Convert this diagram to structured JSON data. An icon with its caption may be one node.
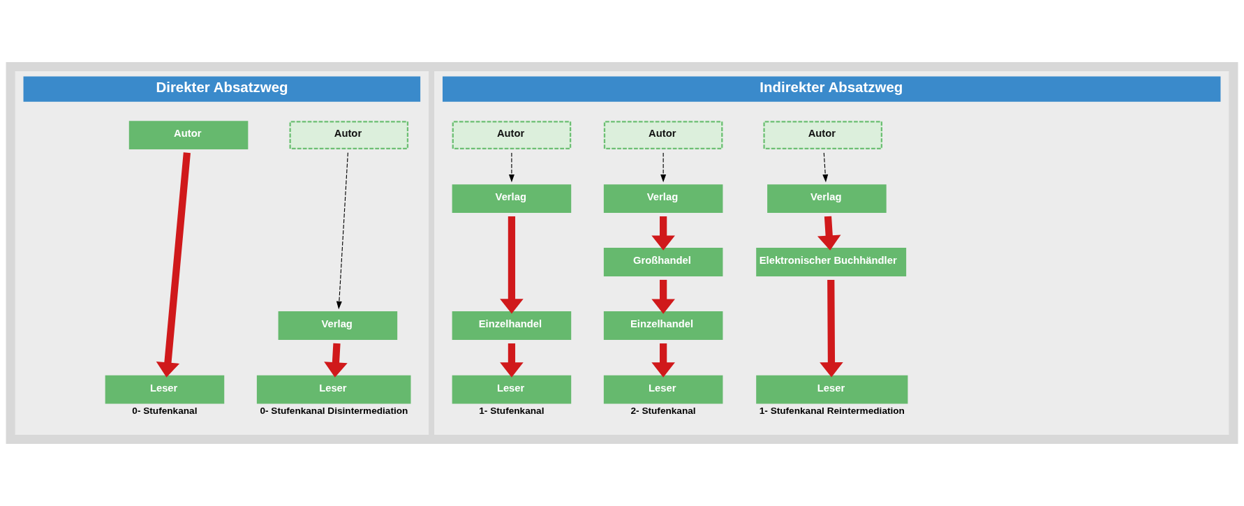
{
  "diagram": {
    "nodes": [
      {
        "text": [
          "Direkter Absatzweg"
        ]
      },
      {
        "text": [
          "Autor"
        ],
        "in": 0
      },
      {
        "text": [
          "Leser"
        ],
        "in": 0,
        "beside": [
          "0- Stufenkanal"
        ]
      },
      {
        "text": [
          "Autor"
        ],
        "in": 0
      },
      {
        "text": [
          "Verlag"
        ],
        "in": 0
      },
      {
        "text": [
          "Leser"
        ],
        "in": 0,
        "beside": [
          "0- Stufenkanal Disintermediation"
        ]
      },
      {
        "text": [
          "Indirekter Absatzweg"
        ]
      },
      {
        "text": [
          "Autor"
        ],
        "in": 6
      },
      {
        "text": [
          "Verlag"
        ],
        "in": 6
      },
      {
        "text": [
          "Einzelhandel"
        ],
        "in": 6
      },
      {
        "text": [
          "Leser"
        ],
        "in": 6,
        "beside": [
          "1- Stufenkanal"
        ]
      },
      {
        "text": [
          "Autor"
        ],
        "in": 6
      },
      {
        "text": [
          "Verlag"
        ],
        "in": 6
      },
      {
        "text": [
          "Großhandel"
        ],
        "in": 6
      },
      {
        "text": [
          "Einzelhandel"
        ],
        "in": 6
      },
      {
        "text": [
          "Leser"
        ],
        "in": 6,
        "beside": [
          "2- Stufenkanal"
        ]
      },
      {
        "text": [
          "Autor"
        ],
        "in": 6
      },
      {
        "text": [
          "Verlag"
        ],
        "in": 6
      },
      {
        "text": [
          "Elektronischer Buchhändler"
        ],
        "in": 6
      },
      {
        "text": [
          "Leser"
        ],
        "in": 6,
        "beside": [
          "1- Stufenkanal Reintermediation"
        ]
      }
    ],
    "edges": [
      {
        "from": 1,
        "to": 2,
        "arrow": "to"
      },
      {
        "from": 3,
        "to": 4,
        "arrow": "to",
        "style": "dashed",
        "color": "#000000"
      },
      {
        "from": 4,
        "to": 5,
        "arrow": "to"
      },
      {
        "from": 7,
        "to": 8,
        "arrow": "to",
        "style": "dashed",
        "color": "#000000"
      },
      {
        "from": 8,
        "to": 9,
        "arrow": "to"
      },
      {
        "from": 9,
        "to": 10,
        "arrow": "to"
      },
      {
        "from": 11,
        "to": 12,
        "arrow": "to",
        "style": "dashed",
        "color": "#000000"
      },
      {
        "from": 12,
        "to": 13,
        "arrow": "to"
      },
      {
        "from": 13,
        "to": 14,
        "arrow": "to"
      },
      {
        "from": 14,
        "to": 15,
        "arrow": "to"
      },
      {
        "from": 16,
        "to": 17,
        "arrow": "to",
        "style": "dashed",
        "color": "#000000"
      },
      {
        "from": 17,
        "to": 18,
        "arrow": "to"
      },
      {
        "from": 18,
        "to": 19,
        "arrow": "to"
      }
    ]
  }
}
